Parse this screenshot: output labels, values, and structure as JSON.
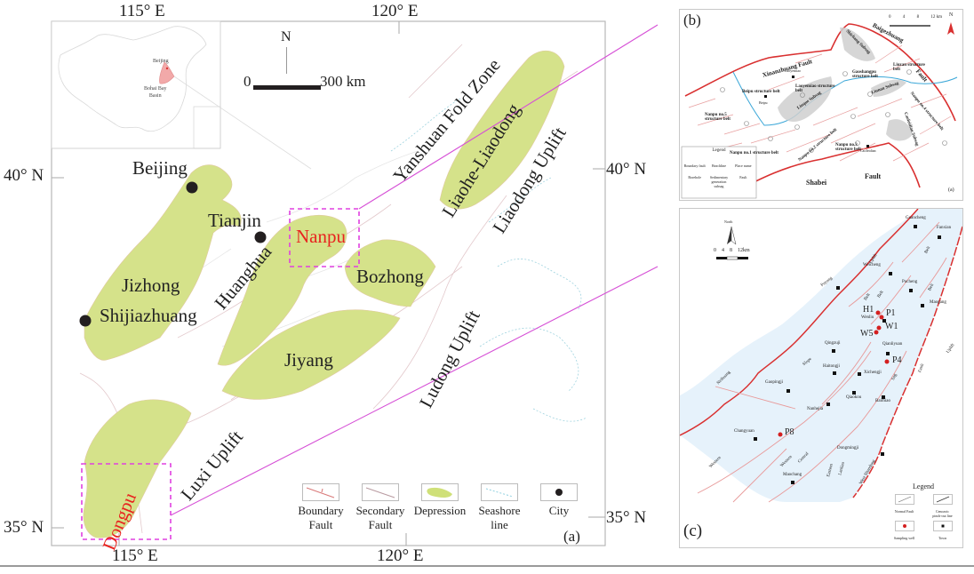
{
  "figure": {
    "panel_a": {
      "label": "(a)",
      "graticule": {
        "top_lon": [
          "115° E",
          "120° E"
        ],
        "bottom_lon": [
          "115° E",
          "120° E"
        ],
        "left_lat": [
          "40° N",
          "35° N"
        ],
        "right_lat": [
          "40° N",
          "35° N"
        ]
      },
      "north_arrow": "N",
      "scale_bar": {
        "start": "0",
        "end": "300 km"
      },
      "inset": {
        "city": "Beijing",
        "basin_line1": "Bohai Bay",
        "basin_line2": "Basin"
      },
      "cities": [
        "Beijing",
        "Tianjin",
        "Shijiazhuang"
      ],
      "depressions": [
        "Jizhong",
        "Huanghua",
        "Nanpu",
        "Bozhong",
        "Jiyang",
        "Liaohe-Liaodong",
        "Dongpu"
      ],
      "structural_units": [
        "Yanshuan Fold Zone",
        "Liaodong Uplift",
        "Ludong Uplift",
        "Luxi Uplift"
      ],
      "highlight_boxes": [
        "Nanpu",
        "Dongpu"
      ],
      "legend": [
        {
          "line1": "Boundary",
          "line2": "Fault",
          "icon": "boundary-fault-icon"
        },
        {
          "line1": "Secondary",
          "line2": "Fault",
          "icon": "secondary-fault-icon"
        },
        {
          "line1": "Depression",
          "line2": "",
          "icon": "depression-icon"
        },
        {
          "line1": "Seashore",
          "line2": "line",
          "icon": "seashore-line-icon"
        },
        {
          "line1": "City",
          "line2": "",
          "icon": "city-icon"
        }
      ]
    },
    "panel_b": {
      "label": "(b)",
      "sub_label": "(a)",
      "scale": [
        "0",
        "4",
        "8",
        "12 km"
      ],
      "north": "N",
      "faults": [
        "Xinanzhuang Fault",
        "Baigezhuang",
        "Fault",
        "Shabei",
        "Fault"
      ],
      "belts": [
        "Beipu structure belt",
        "Laoyemiao structure belt",
        "Gaoshangpu structure belt",
        "Liuzan structure belt",
        "Nanpu no.5 structure belt",
        "Nanpu no.1 structure belt",
        "Nanpu no.2 structure belt",
        "Nanpu no.3 structure belt",
        "Nanpu no.4 structure belt"
      ],
      "subsags": [
        "Shichang Subsag",
        "Linque Subsag",
        "Liunan Subsag",
        "Caofeidian Subsag"
      ],
      "towns": [
        "Beipu",
        "Laoyemiao",
        "Caofeidian"
      ],
      "legend_title": "Legend",
      "legend": [
        "Boundary fault",
        "Beachline",
        "Place name",
        "Borehole",
        "Sedimentary generation subsag",
        "Fault"
      ]
    },
    "panel_c": {
      "label": "(c)",
      "north": "North",
      "scale": [
        "0",
        "4",
        "8",
        "12km"
      ],
      "towns": [
        "Guancheng",
        "Fanxian",
        "Weicheng",
        "Pucheng",
        "Puyang",
        "Maogang",
        "Wenliu",
        "Qianliyuan",
        "Qingzuji",
        "Haitongji",
        "Xichengji",
        "Gaopingji",
        "Qiaokou",
        "Baimiao",
        "Nanhejia",
        "Changyuan",
        "Dongmingji",
        "Maochang"
      ],
      "wells": [
        "H1",
        "P1",
        "W1",
        "W5",
        "P4",
        "P8"
      ],
      "units": [
        "Uplift",
        "Belt",
        "Belt",
        "Belt",
        "Belt",
        "Slope",
        "Sag",
        "Fault",
        "Uplift",
        "Neihuang",
        "Western",
        "Western",
        "Central",
        "Eastern",
        "Lanliao",
        "West Shandong"
      ],
      "legend_title": "Legend",
      "legend": [
        {
          "line1": "Normal Fault",
          "line2": ""
        },
        {
          "line1": "Cenozoic",
          "line2": "pinch-out line"
        },
        {
          "line1": "Sampling well",
          "line2": ""
        },
        {
          "line1": "Town",
          "line2": ""
        }
      ]
    },
    "colors": {
      "depression": "#d5e28a",
      "city": "#231f20",
      "highlight": "#e040e0",
      "red_label": "#e8231f",
      "fault": "#d94040",
      "sag_fill": "#e6f2fb",
      "seashore": "#7fc8d8",
      "subsag": "#cfcfcf"
    }
  }
}
